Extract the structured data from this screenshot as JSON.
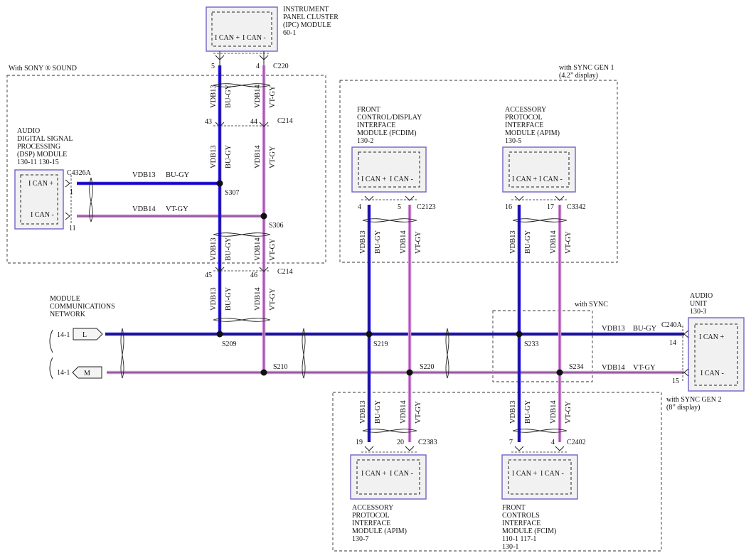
{
  "areas": {
    "sony": "With SONY ® SOUND",
    "sync_gen1": [
      "with SYNC GEN 1",
      "(4.2” display)"
    ],
    "sync_gen2": [
      "with SYNC GEN 2",
      "(8” display)"
    ],
    "sync": "with SYNC"
  },
  "modules": {
    "ipc": {
      "name": [
        "INSTRUMENT",
        "PANEL CLUSTER",
        "(IPC) MODULE",
        "60-1"
      ],
      "pins": [
        "I CAN +",
        "I CAN -"
      ]
    },
    "dsp": {
      "name": [
        "AUDIO",
        "DIGITAL SIGNAL",
        "PROCESSING",
        "(DSP) MODULE",
        "130-11  130-15"
      ],
      "pins": [
        "I CAN +",
        "I CAN -"
      ]
    },
    "fcdim": {
      "name": [
        "FRONT",
        "CONTROL/DISPLAY",
        "INTERFACE",
        "MODULE (FCDIM)",
        "130-2"
      ],
      "pins": [
        "I CAN +",
        "I CAN -"
      ]
    },
    "apim_gen1": {
      "name": [
        "ACCESSORY",
        "PROTOCOL",
        "INTERFACE",
        "MODULE (APIM)",
        "130-5"
      ],
      "pins": [
        "I CAN +",
        "I CAN -"
      ]
    },
    "audio_unit": {
      "name": [
        "AUDIO",
        "UNIT",
        "130-3"
      ],
      "pins": [
        "I CAN +",
        "I CAN -"
      ]
    },
    "apim_gen2": {
      "name": [
        "ACCESSORY",
        "PROTOCOL",
        "INTERFACE",
        "MODULE (APIM)",
        "130-7"
      ],
      "pins": [
        "I CAN +",
        "I CAN -"
      ]
    },
    "fcim": {
      "name": [
        "FRONT",
        "CONTROLS",
        "INTERFACE",
        "MODULE (FCIM)",
        "110-1  117-1",
        "130-1"
      ],
      "pins": [
        "I CAN +",
        "I CAN -"
      ]
    }
  },
  "network": {
    "name": [
      "MODULE",
      "COMMUNICATIONS",
      "NETWORK"
    ],
    "ref_l": "14-1",
    "ref_m": "14-1",
    "plug_l": "L",
    "plug_m": "M"
  },
  "circuits": {
    "hi": "VDB13",
    "lo": "VDB14",
    "hi_color": "BU-GY",
    "lo_color": "VT-GY"
  },
  "connectors": {
    "c220": "C220",
    "c214a": "C214",
    "c214b": "C214",
    "c4326a": "C4326A",
    "c2123": "C2123",
    "c3342": "C3342",
    "c240a": "C240A",
    "c2383": "C2383",
    "c2402": "C2402"
  },
  "pins": {
    "c220": [
      "5",
      "4"
    ],
    "c214a": [
      "43",
      "44"
    ],
    "c214b": [
      "45",
      "46"
    ],
    "c4326a": [
      "1",
      "11"
    ],
    "c2123": [
      "4",
      "5"
    ],
    "c3342": [
      "16",
      "17"
    ],
    "c240a": [
      "14",
      "15"
    ],
    "c2383": [
      "19",
      "20"
    ],
    "c2402": [
      "7",
      "4"
    ]
  },
  "splices": {
    "s307": "S307",
    "s306": "S306",
    "s209": "S209",
    "s210": "S210",
    "s219": "S219",
    "s220": "S220",
    "s233": "S233",
    "s234": "S234"
  },
  "colors": {
    "can_high_wire": "#2f1fd8",
    "can_low_wire": "#d28ed8",
    "module_border": "#6f64c8",
    "module_fill": "#f1f1f1"
  }
}
